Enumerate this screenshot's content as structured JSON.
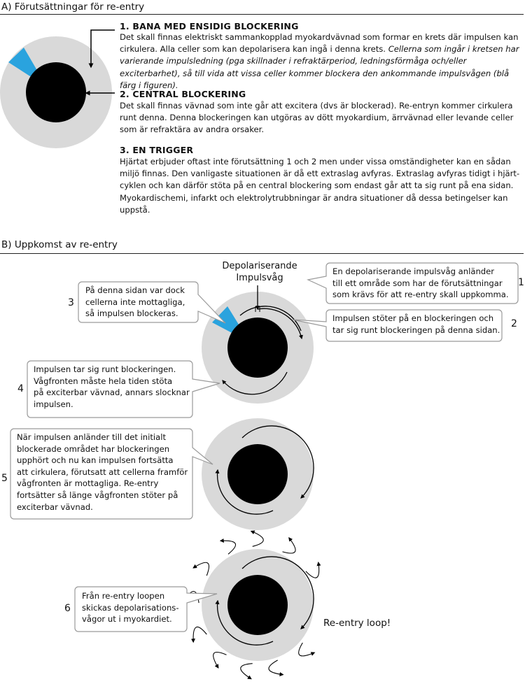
{
  "section_a": {
    "title": "A) Förutsättningar för re-entry",
    "items": [
      {
        "heading": "1.  BANA MED ENSIDIG BLOCKERING",
        "text": "Det skall finnas elektriskt sammankopplad myokardvävnad som formar en krets där impulsen kan cirkulera. Alla celler som kan depolarisera kan ingå i denna krets. ",
        "text_italic": "Cellerna som ingår i kretsen har varierande impulsledning (pga skillnader i refraktärperiod, ledningsförmåga och/eller exciterbarhet), så till vida att vissa celler kommer blockera den ankommande impulsvågen (blå färg i figuren)."
      },
      {
        "heading": "2.  CENTRAL BLOCKERING",
        "text": "Det skall finnas vävnad som inte går att excitera (dvs är blockerad). Re-entryn kommer cirkulera runt denna. Denna blockeringen kan utgöras av dött myokardium, ärrvävnad eller levande celler som är refraktära av andra orsaker."
      },
      {
        "heading": "3. EN TRIGGER",
        "text": "Hjärtat erbjuder oftast inte förutsättning 1 och 2 men under vissa omständigheter kan en sådan miljö finnas. Den vanligaste situationen är då ett extraslag avfyras. Extraslag avfyras tidigt i hjärt-cyklen och kan därför stöta på en central blockering som endast går att ta sig runt på ena sidan. Myokardischemi, infarkt och elektrolytrubbningar är andra situationer då dessa betingelser kan uppstå."
      }
    ]
  },
  "section_b": {
    "title": "B) Uppkomst av re-entry",
    "top_label": [
      "Depolariserande",
      "Impulsvåg"
    ],
    "callouts": [
      {
        "number": "1",
        "lines": [
          "En depolariserande impulsvåg anländer",
          "till ett område som har de förutsättningar",
          "som krävs för att re-entry skall uppkomma."
        ]
      },
      {
        "number": "2",
        "lines": [
          "Impulsen stöter på en blockeringen och",
          "tar sig runt blockeringen på denna sidan."
        ]
      },
      {
        "number": "3",
        "lines": [
          "På denna sidan var dock",
          "cellerna inte mottagliga,",
          "så impulsen blockeras."
        ]
      },
      {
        "number": "4",
        "lines": [
          "Impulsen tar sig runt blockeringen.",
          "Vågfronten måste hela tiden stöta",
          "på exciterbar vävnad, annars slocknar",
          "impulsen."
        ]
      },
      {
        "number": "5",
        "lines": [
          "När impulsen anländer till det initialt",
          "blockerade området har blockeringen",
          "upphört och nu kan impulsen fortsätta",
          "att cirkulera, förutsatt att cellerna framför",
          "vågfronten är mottagliga. Re-entry",
          "fortsätter så länge vågfronten stöter på",
          "exciterbar vävnad."
        ]
      },
      {
        "number": "6",
        "lines": [
          "Från re-entry loopen",
          "skickas depolarisations-",
          "vågor ut i myokardiet."
        ]
      }
    ],
    "loop_label": "Re-entry loop!"
  },
  "colors": {
    "ring": "#d9d9d9",
    "center": "#000000",
    "block": "#2aa3de",
    "text": "#111111",
    "callout_border": "#9a9a9a"
  }
}
